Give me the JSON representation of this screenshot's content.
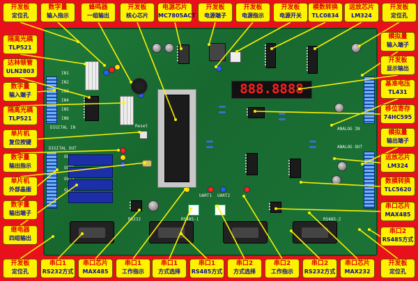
{
  "labels": {
    "top": [
      {
        "id": "kfb-dwk-tl",
        "l1": "开发板",
        "l2": "定位孔"
      },
      {
        "id": "szl-input-ind",
        "l1": "数字量",
        "l2": "输入指示"
      },
      {
        "id": "buzzer-out",
        "l1": "蜂鸣器",
        "l2": "一组输出"
      },
      {
        "id": "core-chip",
        "l1": "开发板",
        "l2": "核心芯片"
      },
      {
        "id": "power-chip",
        "l1": "电源芯片",
        "l2": "MC7805ACT"
      },
      {
        "id": "power-port",
        "l1": "开发板",
        "l2": "电源端子"
      },
      {
        "id": "power-ind",
        "l1": "开发板",
        "l2": "电源指示"
      },
      {
        "id": "power-switch",
        "l1": "开发板",
        "l2": "电源开关"
      },
      {
        "id": "adc-top",
        "l1": "模数转换",
        "l2": "TLC0834"
      },
      {
        "id": "opamp-top",
        "l1": "运放芯片",
        "l2": "LM324"
      },
      {
        "id": "kfb-dwk-tr",
        "l1": "开发板",
        "l2": "定位孔"
      }
    ],
    "left": [
      {
        "id": "opto-1",
        "l1": "隔离光耦",
        "l2": "TLP521"
      },
      {
        "id": "darlington",
        "l1": "达林顿管",
        "l2": "ULN2803"
      },
      {
        "id": "din-port",
        "l1": "数字量",
        "l2": "输入端子"
      },
      {
        "id": "opto-2",
        "l1": "隔离光耦",
        "l2": "TLP521"
      },
      {
        "id": "mcu-reset",
        "l1": "单片机",
        "l2": "复位按键"
      },
      {
        "id": "dout-ind",
        "l1": "数字量",
        "l2": "输出指示"
      },
      {
        "id": "mcu-osc",
        "l1": "单片机",
        "l2": "外部晶振"
      },
      {
        "id": "dout-port",
        "l1": "数字量",
        "l2": "输出端子"
      },
      {
        "id": "relay-out",
        "l1": "继电器",
        "l2": "四组输出"
      }
    ],
    "right": [
      {
        "id": "ain-port",
        "l1": "模拟量",
        "l2": "输入端子"
      },
      {
        "id": "disp-out",
        "l1": "开发板",
        "l2": "显示输出"
      },
      {
        "id": "vref",
        "l1": "基准电压",
        "l2": "TL431"
      },
      {
        "id": "shift-reg",
        "l1": "移位寄存",
        "l2": "74HC595"
      },
      {
        "id": "aout-port",
        "l1": "模拟量",
        "l2": "输出端子"
      },
      {
        "id": "opamp-right",
        "l1": "运放芯片",
        "l2": "LM324"
      },
      {
        "id": "dac",
        "l1": "数模转换",
        "l2": "TLC5620"
      },
      {
        "id": "uart-485-r",
        "l1": "串口芯片",
        "l2": "MAX485"
      },
      {
        "id": "uart2-485",
        "l1": "串口2",
        "l2": "RS485方式"
      }
    ],
    "bottom": [
      {
        "id": "kfb-dwk-bl",
        "l1": "开发板",
        "l2": "定位孔"
      },
      {
        "id": "uart1-232",
        "l1": "串口1",
        "l2": "RS232方式"
      },
      {
        "id": "uart-chip-485",
        "l1": "串口芯片",
        "l2": "MAX485"
      },
      {
        "id": "uart1-work",
        "l1": "串口1",
        "l2": "工作指示"
      },
      {
        "id": "uart1-mode",
        "l1": "串口1",
        "l2": "方式选择"
      },
      {
        "id": "uart1-485",
        "l1": "串口1",
        "l2": "RS485方式"
      },
      {
        "id": "uart2-mode",
        "l1": "串口2",
        "l2": "方式选择"
      },
      {
        "id": "uart2-work",
        "l1": "串口2",
        "l2": "工作指示"
      },
      {
        "id": "uart2-232",
        "l1": "串口2",
        "l2": "RS232方式"
      },
      {
        "id": "uart-chip-232",
        "l1": "串口芯片",
        "l2": "MAX232"
      },
      {
        "id": "kfb-dwk-br",
        "l1": "开发板",
        "l2": "定位孔"
      }
    ]
  },
  "board": {
    "display": "888.8888",
    "silk": {
      "digital_in": "DIGITAL IN",
      "digital_out": "DIGITAL OUT",
      "analog_in": "ANALOG IN",
      "analog_out": "ANALOG OUT",
      "in1": "IN1",
      "in2": "IN2",
      "in3": "IN3",
      "in4": "IN4",
      "in5": "IN5",
      "in6": "IN6",
      "out1": "OUT1",
      "out2": "OUT2",
      "out3": "OUT3",
      "out4": "OUT4",
      "rs232": "RS232",
      "rs485_1": "RS485-1",
      "rs485_2": "RS485-2",
      "uart1": "UART1",
      "uart2": "UART2",
      "reset": "Reset"
    }
  },
  "colors": {
    "frame": "#e8101a",
    "label_bg": "#fff200",
    "label_text_top": "#e00000",
    "label_text_bottom": "#0a0a9a",
    "board": "#1c7336"
  }
}
